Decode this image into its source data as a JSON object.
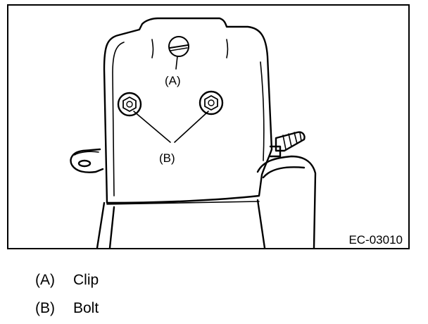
{
  "figure": {
    "code": "EC-03010",
    "callouts": {
      "a": "(A)",
      "b": "(B)"
    }
  },
  "legend": [
    {
      "key": "(A)",
      "label": "Clip"
    },
    {
      "key": "(B)",
      "label": "Bolt"
    }
  ],
  "colors": {
    "line": "#000000",
    "background": "#ffffff"
  }
}
